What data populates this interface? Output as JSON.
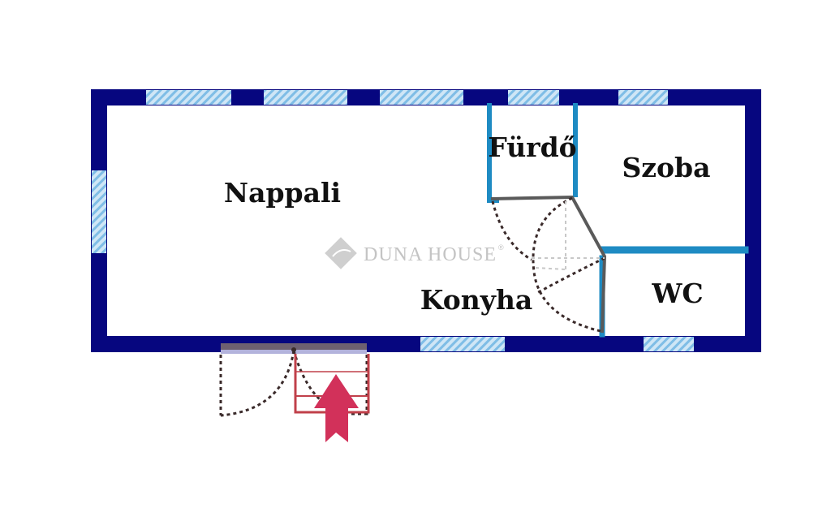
{
  "rooms": {
    "living": "Nappali",
    "bathroom": "Fürdő",
    "bedroom": "Szoba",
    "wc": "WC",
    "kitchen": "Konyha"
  },
  "watermark": {
    "text": "DUNA HOUSE",
    "mark": "®"
  },
  "colors": {
    "outer_wall": "#06067f",
    "inner_wall": "#1e8bc3",
    "window": "#a8d4f0",
    "door": "#5a5a5a",
    "entry_arrow": "#d2315a"
  }
}
